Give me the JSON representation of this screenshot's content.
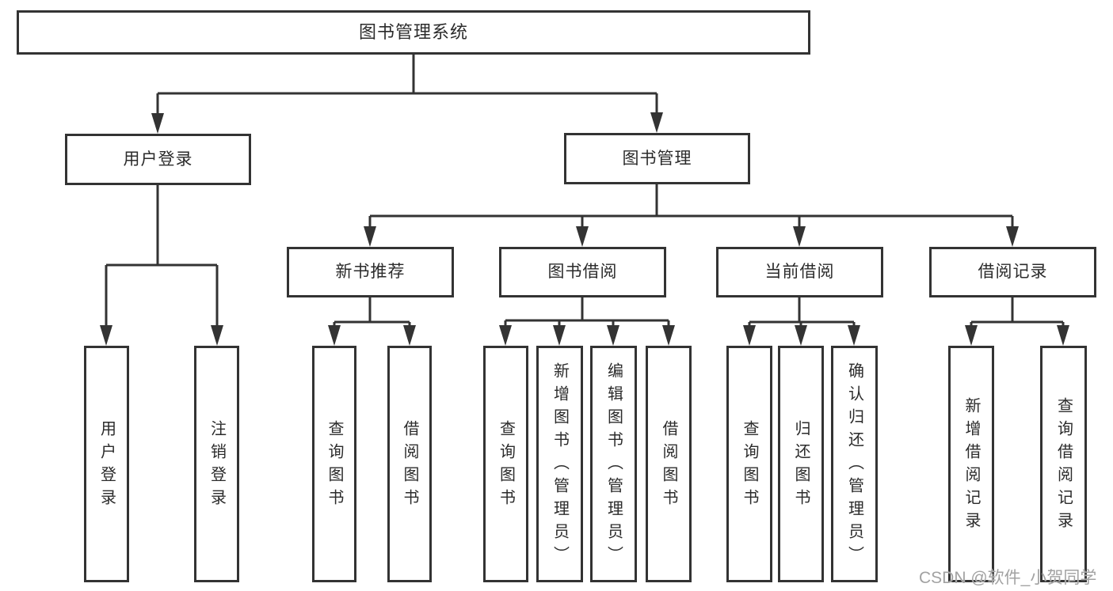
{
  "root": {
    "label": "图书管理系统"
  },
  "user_login": {
    "label": "用户登录",
    "children": [
      {
        "label": "用户登录"
      },
      {
        "label": "注销登录"
      }
    ]
  },
  "book_mgmt": {
    "label": "图书管理",
    "sections": [
      {
        "label": "新书推荐",
        "children": [
          {
            "label": "查询图书"
          },
          {
            "label": "借阅图书"
          }
        ]
      },
      {
        "label": "图书借阅",
        "children": [
          {
            "label": "查询图书"
          },
          {
            "label": "新增图书（管理员）"
          },
          {
            "label": "编辑图书（管理员）"
          },
          {
            "label": "借阅图书"
          }
        ]
      },
      {
        "label": "当前借阅",
        "children": [
          {
            "label": "查询图书"
          },
          {
            "label": "归还图书"
          },
          {
            "label": "确认归还（管理员）"
          }
        ]
      },
      {
        "label": "借阅记录",
        "children": [
          {
            "label": "新增借阅记录"
          },
          {
            "label": "查询借阅记录"
          }
        ]
      }
    ]
  },
  "watermark": {
    "text": "CSDN @软件_小贺同学"
  },
  "colors": {
    "line": "#333333",
    "box_border": "#333333",
    "text": "#2b2b2b",
    "background": "#ffffff",
    "watermark": "#a2a2a2"
  }
}
